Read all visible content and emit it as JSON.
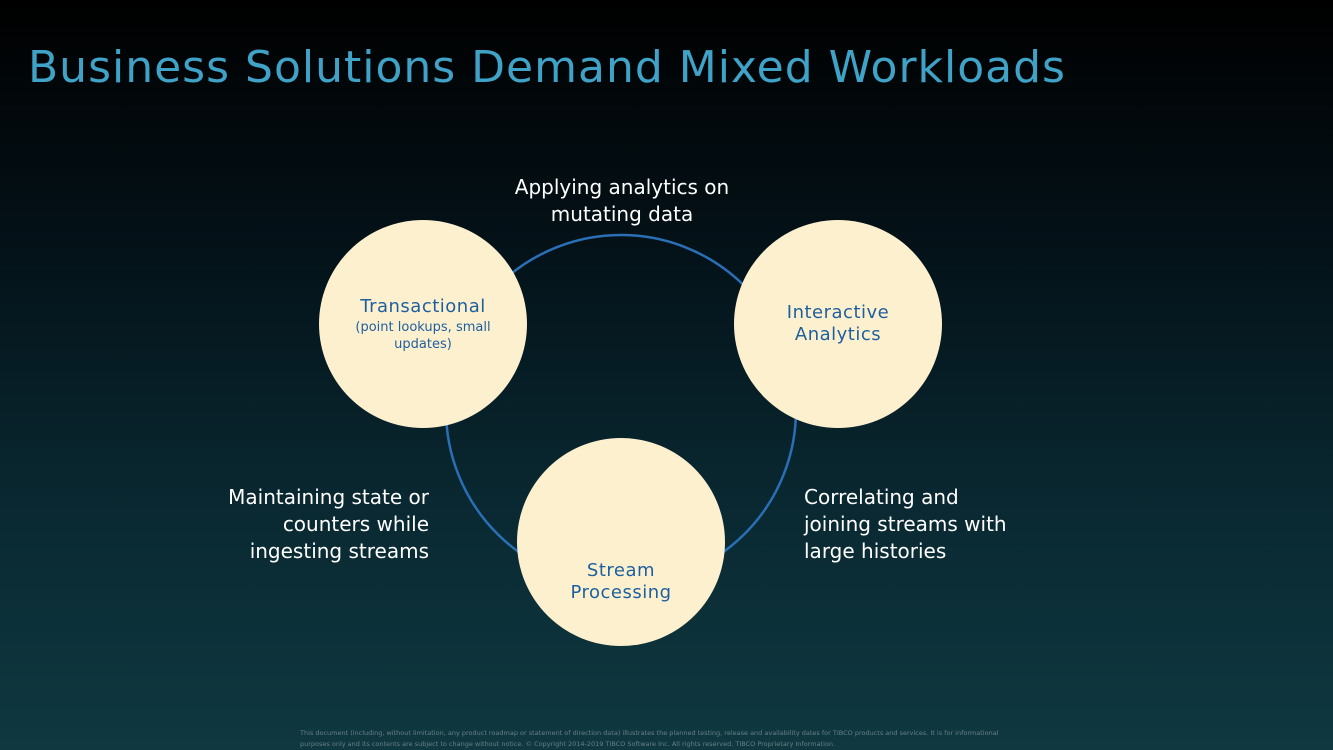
{
  "title": "Business Solutions Demand Mixed Workloads",
  "circles": [
    {
      "id": "transactional",
      "label": "Transactional",
      "sublabel": "(point lookups, small updates)"
    },
    {
      "id": "interactive",
      "label": "Interactive Analytics",
      "sublabel": ""
    },
    {
      "id": "stream",
      "label": "Stream Processing",
      "sublabel": ""
    }
  ],
  "captions": {
    "top": "Applying analytics on mutating data",
    "left": "Maintaining state or counters while ingesting streams",
    "right": "Correlating and joining streams with large histories"
  },
  "footer": "This document (including, without limitation, any product roadmap or statement of direction data) illustrates the planned testing, release and availability dates for TIBCO products and services. It is for informational purposes only and its contents are subject to change without notice. © Copyright 2014-2019 TIBCO Software Inc. All rights reserved. TIBCO Proprietary Information.",
  "colors": {
    "title": "#3fa3c8",
    "circle_fill": "#fdf0cf",
    "circle_text": "#1d5f9f",
    "ring": "#2a6fb5"
  }
}
